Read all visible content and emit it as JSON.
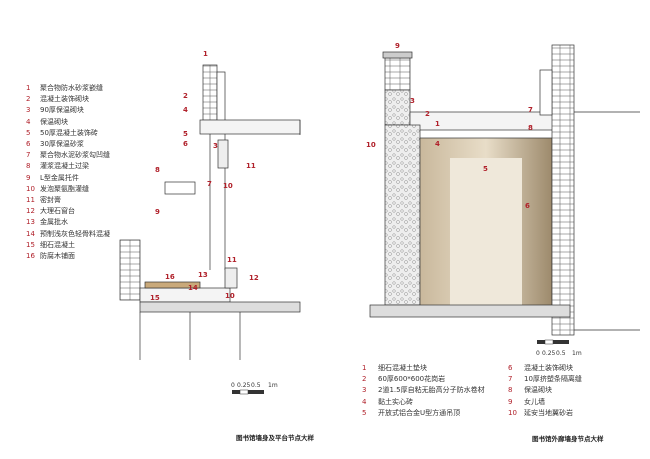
{
  "left_detail": {
    "title": "图书馆墙身及平台节点大样",
    "legend": [
      {
        "n": "1",
        "text": "聚合物防水砂浆嵌缝"
      },
      {
        "n": "2",
        "text": "混凝土装饰砌块"
      },
      {
        "n": "3",
        "text": "90厚保温砌块"
      },
      {
        "n": "4",
        "text": "保温砌块"
      },
      {
        "n": "5",
        "text": "50厚混凝土装饰砖"
      },
      {
        "n": "6",
        "text": "30厚保温砂浆"
      },
      {
        "n": "7",
        "text": "聚合物水泥砂浆勾凹缝"
      },
      {
        "n": "8",
        "text": "灌浆混凝土过梁"
      },
      {
        "n": "9",
        "text": "L型金属托件"
      },
      {
        "n": "10",
        "text": "发泡聚氨酯灌缝"
      },
      {
        "n": "11",
        "text": "密封膏"
      },
      {
        "n": "12",
        "text": "大理石窗台"
      },
      {
        "n": "13",
        "text": "金属批水"
      },
      {
        "n": "14",
        "text": "预制浅灰色轻骨料混凝"
      },
      {
        "n": "15",
        "text": "细石混凝土"
      },
      {
        "n": "16",
        "text": "防腐木铺面"
      }
    ],
    "scale_bar": {
      "labels": [
        "0",
        "0.25",
        "0.5",
        "1m"
      ]
    }
  },
  "right_detail": {
    "title": "图书馆外廊墙身节点大样",
    "legend": [
      {
        "n": "1",
        "text": "细石混凝土垫块"
      },
      {
        "n": "2",
        "text": "60厚600*600花岗岩"
      },
      {
        "n": "3",
        "text": "2道1.5厚自粘无胎高分子防水卷材"
      },
      {
        "n": "4",
        "text": "黏土实心砖"
      },
      {
        "n": "5",
        "text": "开放式铝合金U型方通吊顶"
      },
      {
        "n": "6",
        "text": "混凝土装饰砌块"
      },
      {
        "n": "7",
        "text": "10厚挤塑条隔离缝"
      },
      {
        "n": "8",
        "text": "保温砌块"
      },
      {
        "n": "9",
        "text": "女儿墙"
      },
      {
        "n": "10",
        "text": "延安当地翼砂岩"
      }
    ],
    "scale_bar": {
      "labels": [
        "0",
        "0.25",
        "0.5",
        "1m"
      ]
    }
  },
  "colors": {
    "label_red": "#b0202a",
    "stone": "#d8c8b0",
    "line": "#333333"
  }
}
